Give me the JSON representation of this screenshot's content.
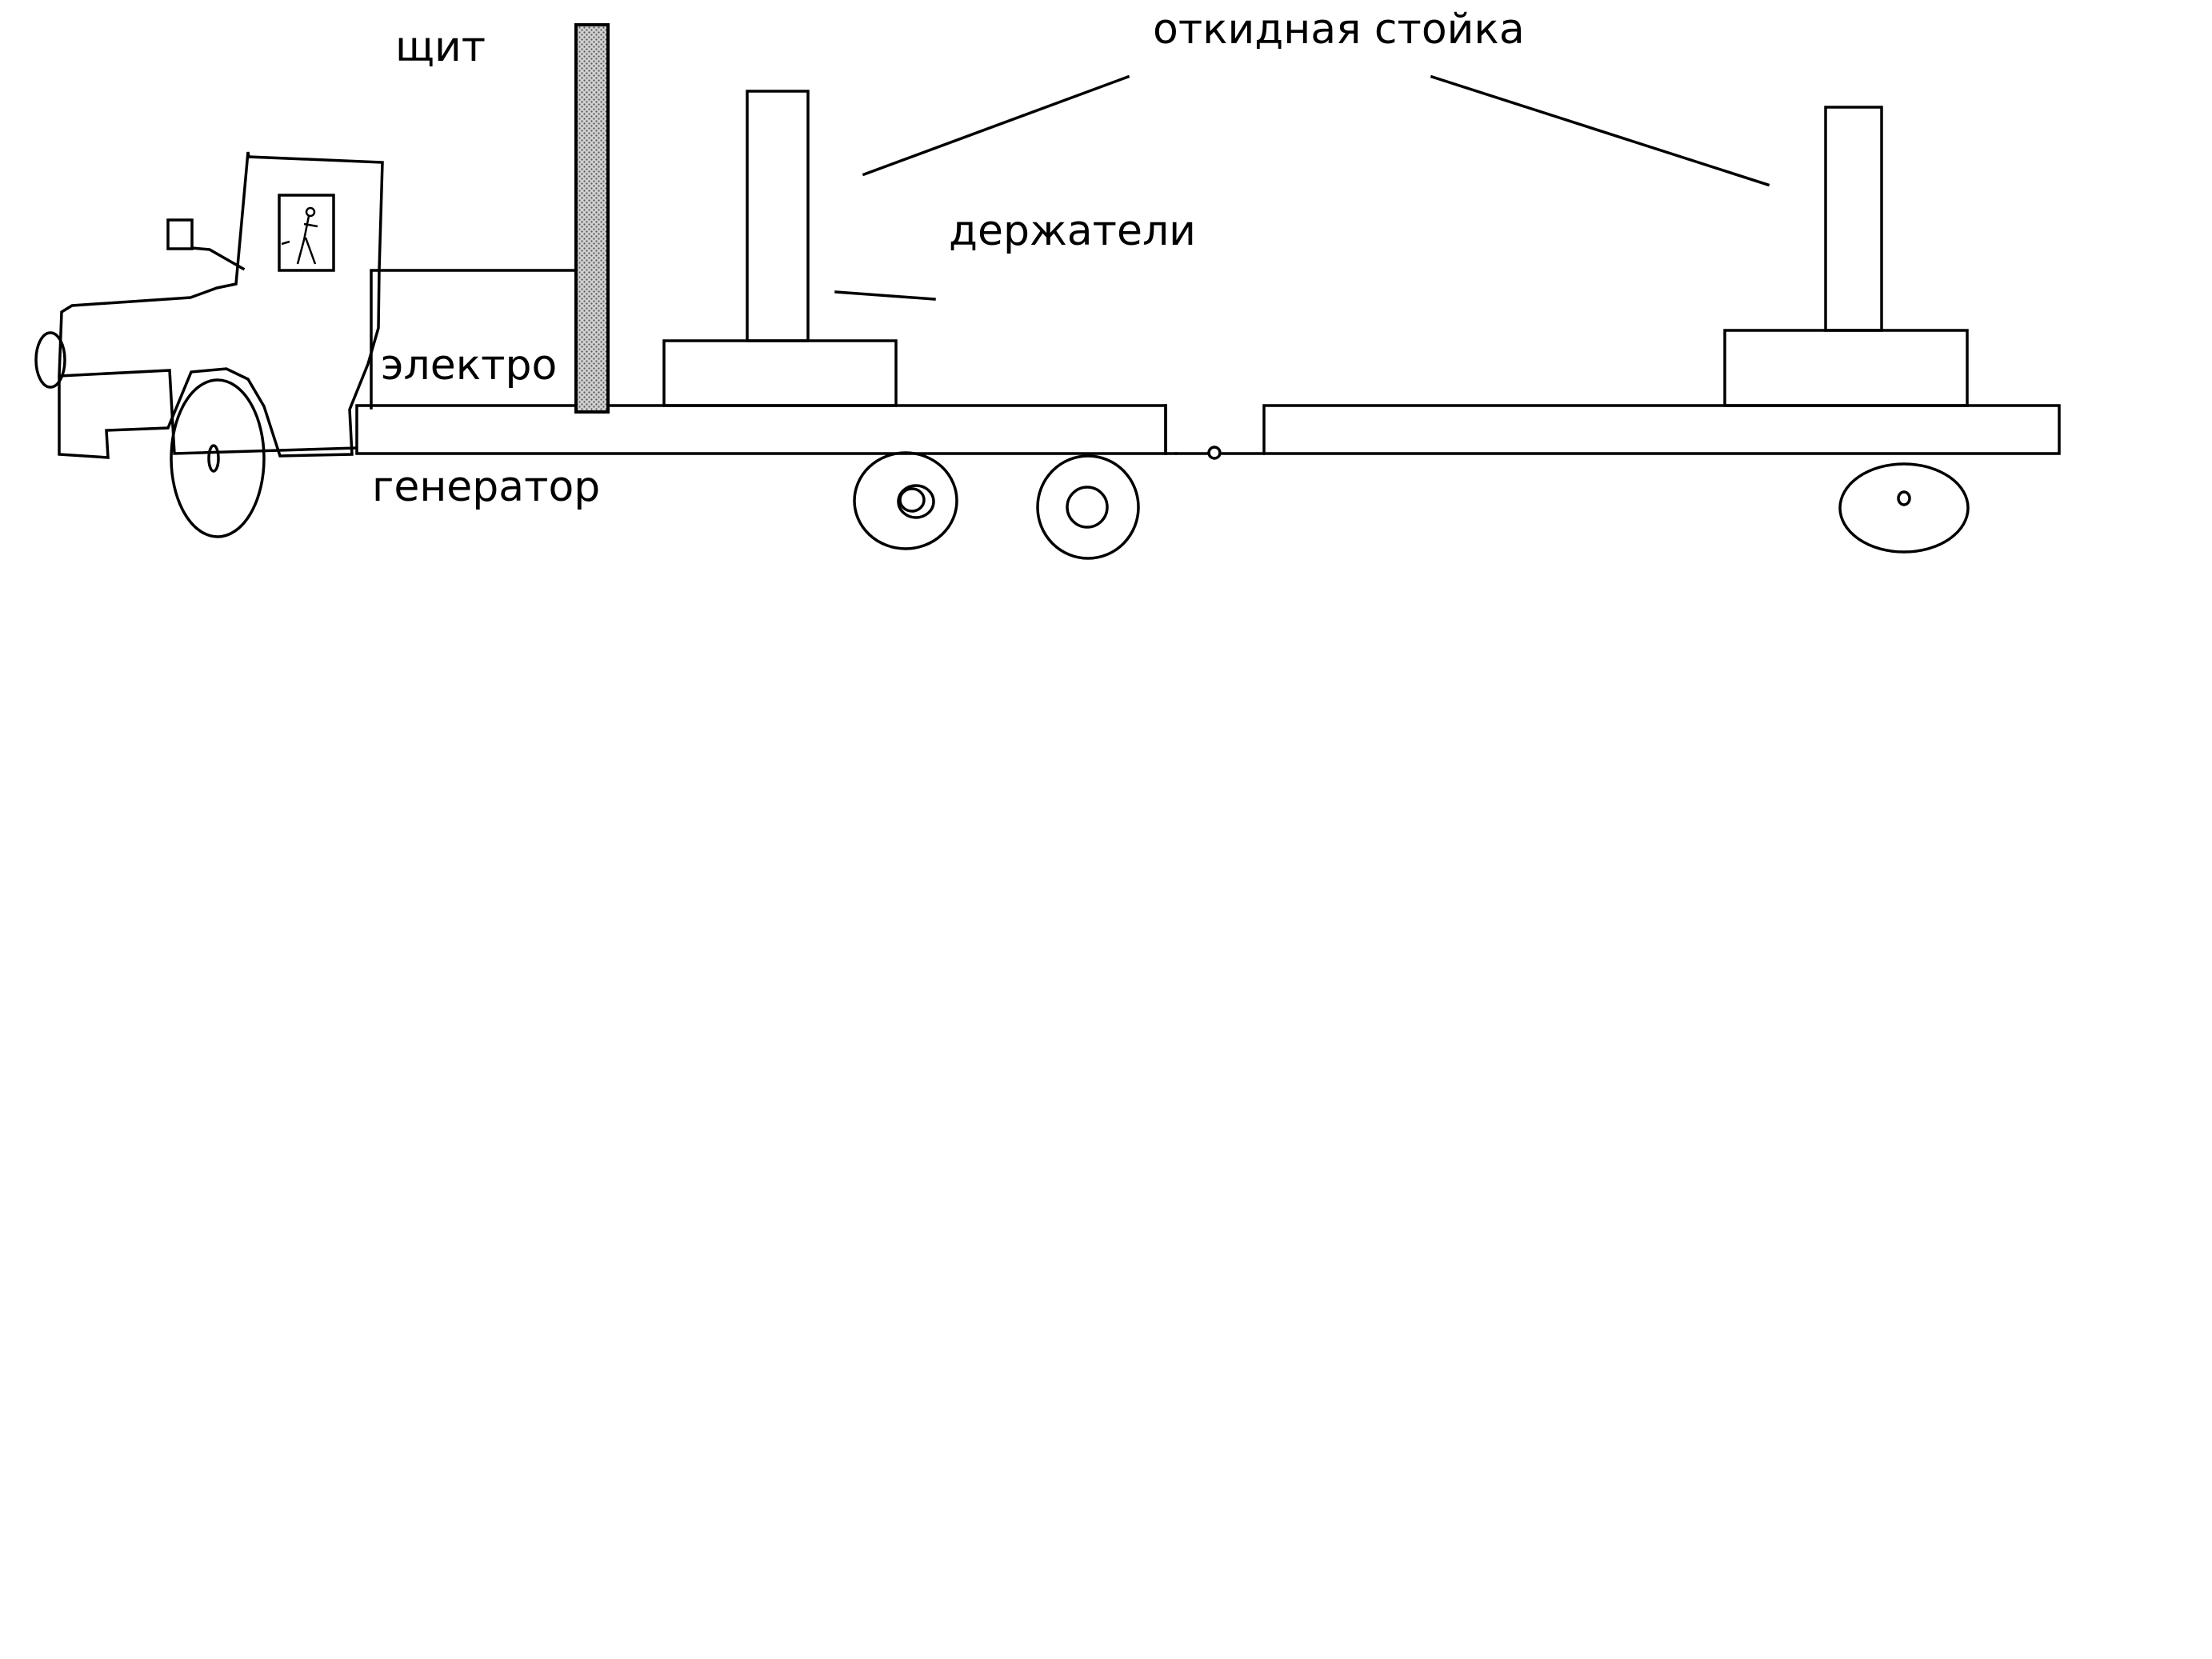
{
  "labels": {
    "shield": "щит",
    "folding_post": "откидная стойка",
    "holders": "держатели",
    "generator_line1": "электро",
    "generator_line2": "генератор"
  },
  "colors": {
    "ink": "#000000",
    "background": "#ffffff",
    "shield_fill": "#bdbdbd"
  }
}
